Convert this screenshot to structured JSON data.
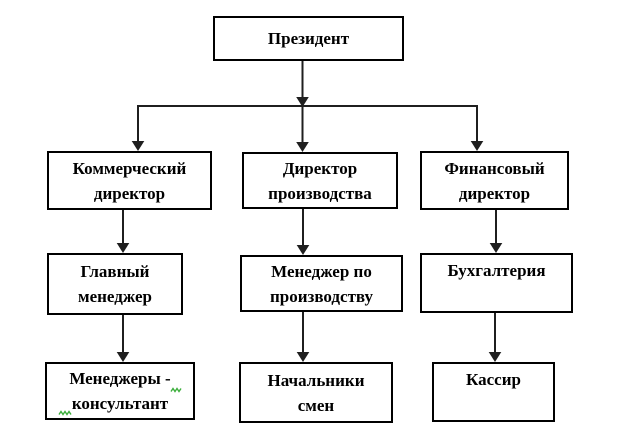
{
  "diagram": {
    "type": "org-chart",
    "colors": {
      "background": "#ffffff",
      "box_border": "#000000",
      "box_fill": "#ffffff",
      "text": "#000000",
      "connector": "#1f1f1f",
      "grammar_squiggle": "#3cae3c"
    },
    "nodes": {
      "president": {
        "label": "Президент",
        "line1": "Президент"
      },
      "commercial_director": {
        "label": "Коммерческий директор",
        "line1": "Коммерческий",
        "line2": "директор"
      },
      "production_director": {
        "label": "Директор производства",
        "line1": "Директор",
        "line2": "производства"
      },
      "financial_director": {
        "label": "Финансовый директор",
        "line1": "Финансовый",
        "line2": "директор"
      },
      "chief_manager": {
        "label": "Главный менеджер",
        "line1": "Главный",
        "line2": "менеджер"
      },
      "production_manager": {
        "label": "Менеджер по производству",
        "line1": "Менеджер по",
        "line2": "производству"
      },
      "accounting": {
        "label": "Бухгалтерия",
        "line1": "Бухгалтерия"
      },
      "manager_consultant": {
        "label": "Менеджеры - консультант",
        "line1": "Менеджеры -",
        "line2": "консультант"
      },
      "shift_supervisors": {
        "label": "Начальники смен",
        "line1": "Начальники",
        "line2": "смен"
      },
      "cashier": {
        "label": "Кассир",
        "line1": "Кассир"
      }
    },
    "edges": [
      {
        "from": "president",
        "to": "commercial_director"
      },
      {
        "from": "president",
        "to": "production_director"
      },
      {
        "from": "president",
        "to": "financial_director"
      },
      {
        "from": "commercial_director",
        "to": "chief_manager"
      },
      {
        "from": "chief_manager",
        "to": "manager_consultant"
      },
      {
        "from": "production_director",
        "to": "production_manager"
      },
      {
        "from": "production_manager",
        "to": "shift_supervisors"
      },
      {
        "from": "financial_director",
        "to": "accounting"
      },
      {
        "from": "accounting",
        "to": "cashier"
      }
    ]
  }
}
